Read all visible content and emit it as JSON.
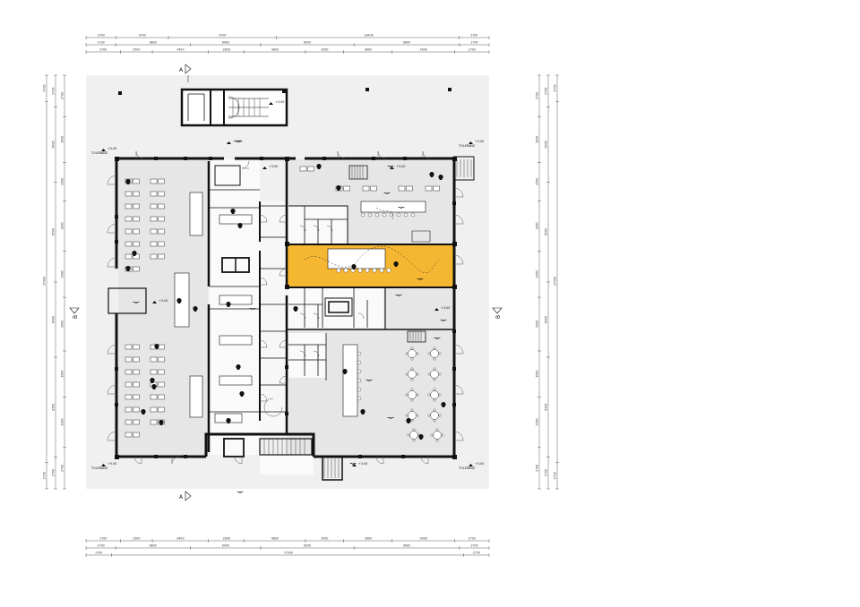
{
  "drawing": {
    "section_markers": {
      "vertical_cut": "A",
      "horizontal_cut": "B"
    },
    "levels": {
      "stair_top": "+3.00",
      "stair_left_lobby": "+3.00",
      "top_left_corner": "+0.00",
      "top_left_corner_note": "TOLERANZ",
      "top_right_corner": "+3.00",
      "top_right_corner_note": "TOLERANZ",
      "cafe_top": "+3.00",
      "left_center": "+3.00",
      "right_center": "+3.00",
      "bottom_left_corner": "+0.00",
      "bottom_left_corner_note": "TOLERANZ",
      "bottom_right_corner": "+3.00",
      "bottom_right_corner_note": "TOLERANZ",
      "bottom_entry": "+3.00"
    },
    "dimensions_top_row1": [
      "2700",
      "4700",
      "9700",
      "16400",
      "2700"
    ],
    "dimensions_top_row2": [
      "2700",
      "6800",
      "6400",
      "8500",
      "9600",
      "2700"
    ],
    "dimensions_top_row3": [
      "2700",
      "2500",
      "4400",
      "2800",
      "4800",
      "3000",
      "3800",
      "4900",
      "2700"
    ],
    "dimensions_bottom_row1": [
      "2700",
      "2500",
      "4400",
      "2800",
      "4800",
      "3000",
      "3800",
      "4900",
      "2700"
    ],
    "dimensions_bottom_row2": [
      "2700",
      "6800",
      "6400",
      "8500",
      "9600",
      "2700"
    ],
    "dimensions_bottom_row3": [
      "2700",
      "37300",
      "2700"
    ],
    "dimensions_left_outer": [
      "2700",
      "37300",
      "2700"
    ],
    "dimensions_left_mid": [
      "2700",
      "6400",
      "8500",
      "6400",
      "8500",
      "2700"
    ],
    "dimensions_left_inner": [
      "2700",
      "3000",
      "2500",
      "3300",
      "3000",
      "3500",
      "3000",
      "3300",
      "2700"
    ],
    "dimensions_right_outer": [
      "2700",
      "3000",
      "2500",
      "3300",
      "3000",
      "3500",
      "3000",
      "3300",
      "2700"
    ],
    "dimensions_right_mid": [
      "2700",
      "6400",
      "8500",
      "6400",
      "8500",
      "2700"
    ],
    "dimensions_right_inner": [
      "2700",
      "37300",
      "2700"
    ],
    "colors": {
      "highlight": "#f5b731",
      "room_fill": "#e6e6e6",
      "site_fill": "#f0f0f0",
      "wall": "#111111"
    }
  }
}
